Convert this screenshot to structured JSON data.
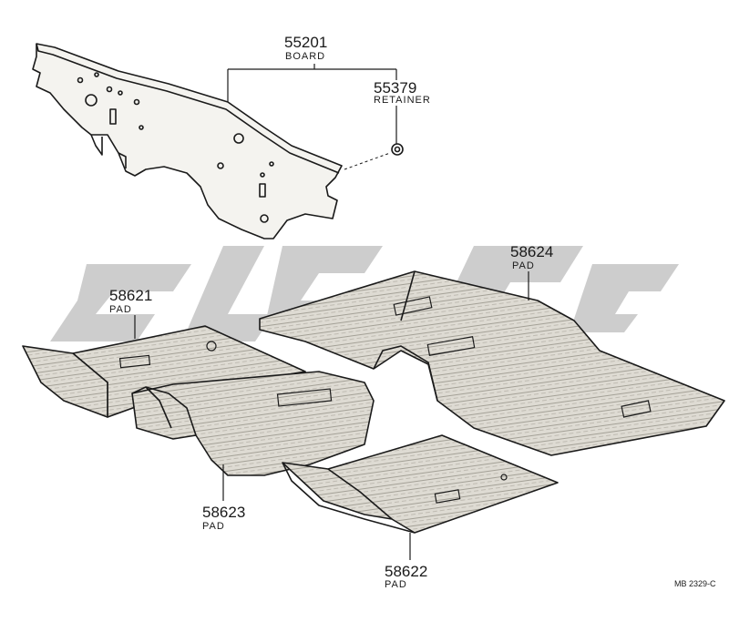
{
  "parts": [
    {
      "id": "board",
      "number": "55201",
      "name": "BOARD"
    },
    {
      "id": "retainer",
      "number": "55379",
      "name": "RETAINER"
    },
    {
      "id": "pad-front-left",
      "number": "58621",
      "name": "PAD"
    },
    {
      "id": "pad-rear-left",
      "number": "58623",
      "name": "PAD"
    },
    {
      "id": "pad-rear-right",
      "number": "58622",
      "name": "PAD"
    },
    {
      "id": "pad-front-right",
      "number": "58624",
      "name": "PAD"
    }
  ],
  "reference_code": "MB 2329-C",
  "colors": {
    "line": "#1a1a1a",
    "pad_fill": "#d9d6cf",
    "watermark": "#c8c8c8"
  }
}
